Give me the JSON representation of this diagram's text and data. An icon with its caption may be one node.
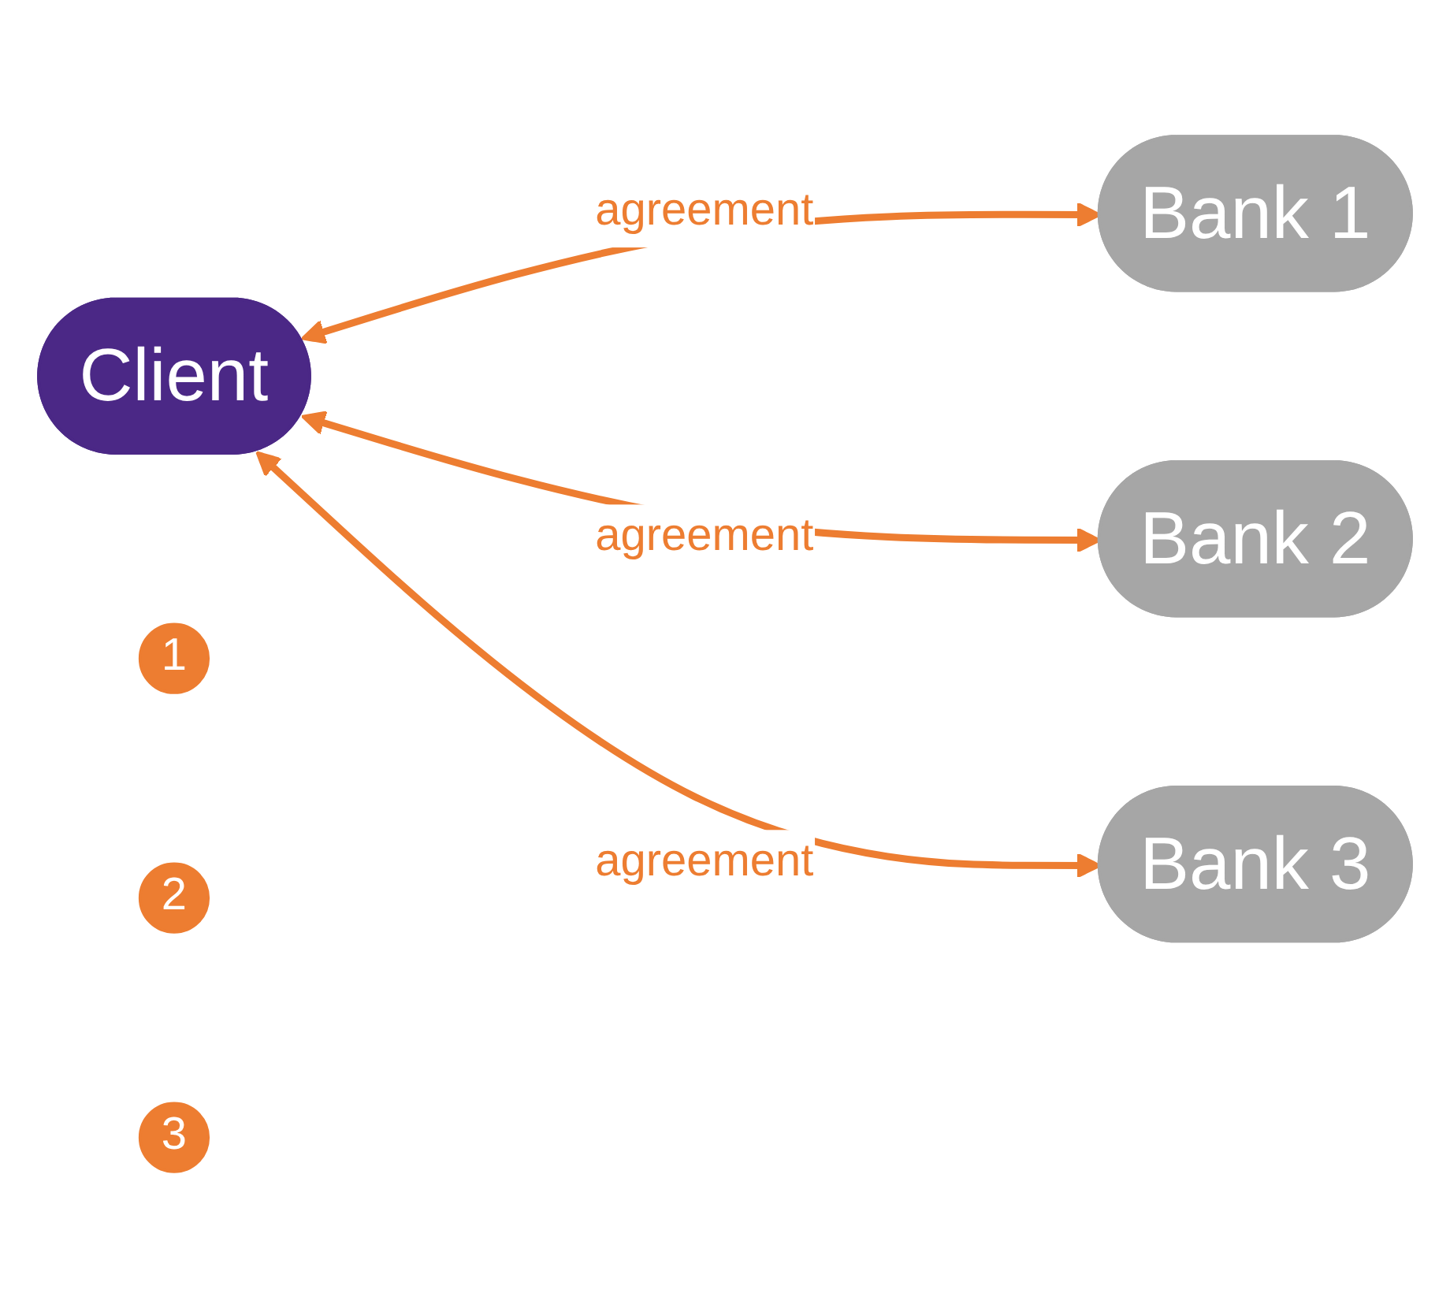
{
  "diagram": {
    "nodes": [
      {
        "text": [
          "Client"
        ]
      },
      {
        "text": [
          "Bank 1"
        ]
      },
      {
        "text": [
          "Bank 2"
        ]
      },
      {
        "text": [
          "Bank 3"
        ]
      },
      {
        "text": [
          "1"
        ]
      },
      {
        "text": [
          "2"
        ]
      },
      {
        "text": [
          "3"
        ]
      }
    ],
    "edges": [
      {
        "from": 0,
        "to": 1,
        "arrow": "both",
        "label": "agreement"
      },
      {
        "from": 0,
        "to": 2,
        "arrow": "both",
        "label": "agreement"
      },
      {
        "from": 0,
        "to": 3,
        "arrow": "both",
        "label": "agreement"
      }
    ]
  }
}
